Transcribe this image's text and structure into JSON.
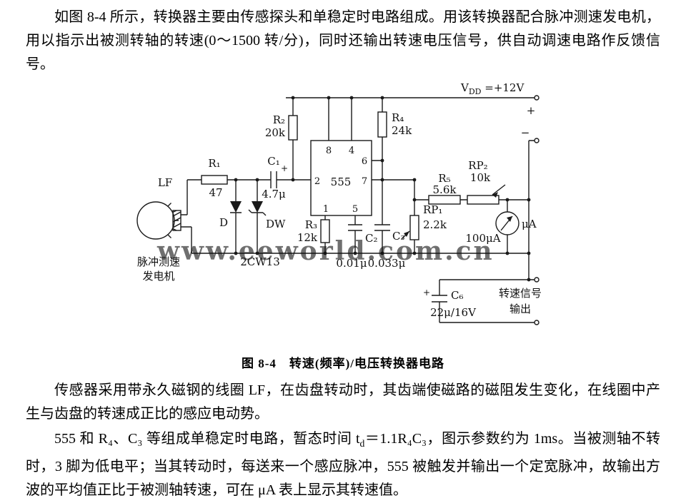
{
  "paragraphs": {
    "p1": "如图 8-4 所示，转换器主要由传感探头和单稳定时电路组成。用该转换器配合脉冲测速发电机，用以指示出被测转轴的转速(0～1500 转/分)，同时还输出转速电压信号，供自动调速电路作反馈信号。",
    "p2": "传感器采用带永久磁钢的线圈 LF，在齿盘转动时，其齿端使磁路的磁阻发生变化，在线圈中产生与齿盘的转速成正比的感应电动势。",
    "p3_part1": "555 和 R₄、C₃ 等组成单稳定时电路，暂态时间 t",
    "p3_sub": "d",
    "p3_part2": "＝1.1R₄C₃，图示参数约为 1ms。当被测轴不转时，3 脚为低电平；当其转动时，每送来一个感应脉冲，555 被触发并输出一个定宽脉冲，故输出方波的平均值正比于被测轴转速，可在 μA 表上显示其转速值。"
  },
  "caption": "图 8-4　转速(频率)/电压转换器电路",
  "watermark": "www.eeworld.com.cn",
  "circuit": {
    "supply": {
      "v_base": "V",
      "v_sub": "DD",
      "v_rest": " =+12V",
      "plus": "+",
      "minus": "−"
    },
    "ic": {
      "name": "555",
      "pins": {
        "p1": "1",
        "p2": "2",
        "p4": "4",
        "p5": "5",
        "p6": "6",
        "p7": "7",
        "p8": "8"
      }
    },
    "components": {
      "r1": {
        "ref": "R₁",
        "value": "47"
      },
      "r2": {
        "ref": "R₂",
        "value": "20k"
      },
      "r3": {
        "ref": "R₃",
        "value": "12k"
      },
      "r4": {
        "ref": "R₄",
        "value": "24k"
      },
      "r5": {
        "ref": "R₅",
        "value": "5.6k"
      },
      "rp1": {
        "ref": "RP₁",
        "value": "2.2k"
      },
      "rp2": {
        "ref": "RP₂",
        "value": "10k"
      },
      "c1": {
        "ref": "C₁",
        "value": "4.7μ",
        "polarity": "+"
      },
      "c2": {
        "ref": "C₂",
        "value": "0.01μ"
      },
      "c3": {
        "ref": "C₃",
        "value": "0.033μ"
      },
      "c6": {
        "ref": "C₆",
        "value": "22μ/16V",
        "polarity": "+"
      },
      "d": {
        "ref": "D"
      },
      "dw": {
        "ref": "DW",
        "value": "2CW13"
      },
      "lf": {
        "ref": "LF"
      },
      "meter": {
        "ref": "μA",
        "range": "100μA"
      }
    },
    "labels": {
      "generator": [
        "脉冲测速",
        "发电机"
      ],
      "output": [
        "转速信号",
        "输出"
      ]
    }
  }
}
